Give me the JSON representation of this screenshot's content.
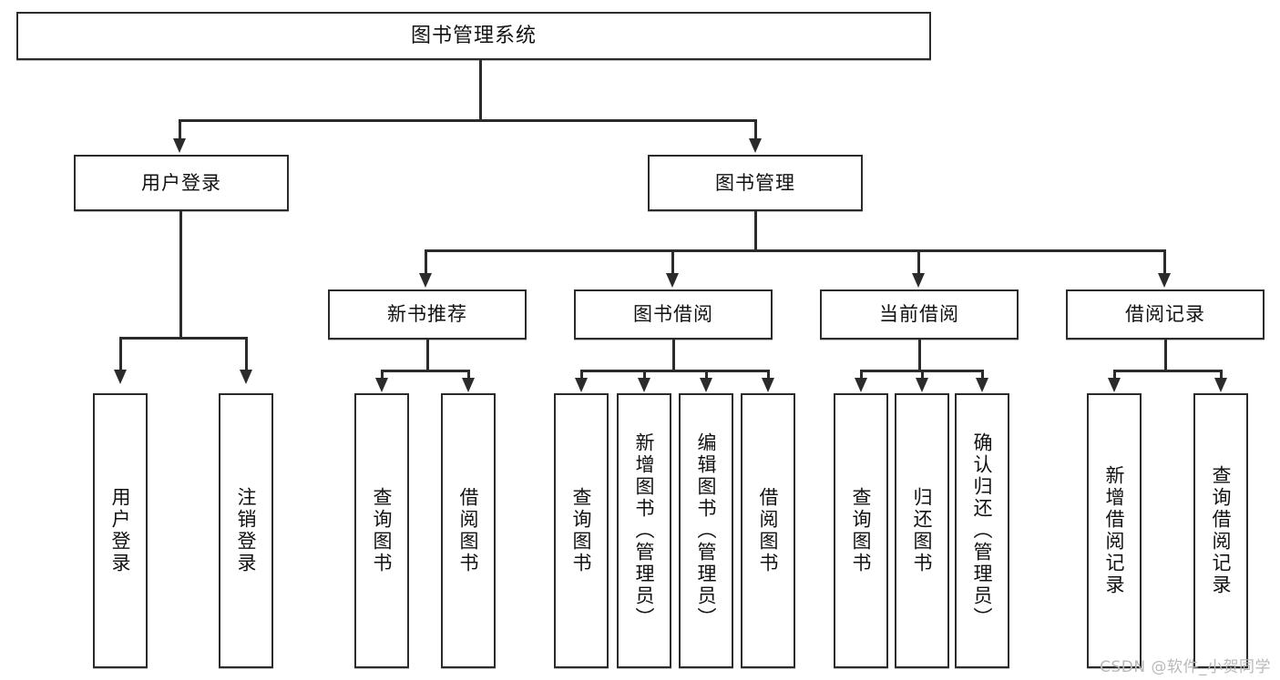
{
  "diagram": {
    "title": "图书管理系统",
    "type": "tree-hierarchy-diagram",
    "watermark": "CSDN @软件_小贺同学",
    "colors": {
      "box_border": "#2b2b2b",
      "box_fill": "#ffffff",
      "connector": "#2b2b2b",
      "text": "#111111",
      "watermark": "#b9b9b9",
      "background": "#ffffff"
    },
    "nodes": {
      "root": {
        "label": "图书管理系统"
      },
      "level2": [
        {
          "id": "user-login",
          "label": "用户登录"
        },
        {
          "id": "book-management",
          "label": "图书管理"
        }
      ],
      "level3": [
        {
          "id": "new-book-recommend",
          "label": "新书推荐"
        },
        {
          "id": "book-borrow",
          "label": "图书借阅"
        },
        {
          "id": "current-borrow",
          "label": "当前借阅"
        },
        {
          "id": "borrow-record",
          "label": "借阅记录"
        }
      ],
      "leaves": {
        "user_login": [
          {
            "id": "leaf-user-login",
            "label": "用户登录"
          },
          {
            "id": "leaf-user-logout",
            "label": "注销登录"
          }
        ],
        "new_book_recommend": [
          {
            "id": "leaf-query-book-1",
            "label": "查询图书"
          },
          {
            "id": "leaf-borrow-book-1",
            "label": "借阅图书"
          }
        ],
        "book_borrow": [
          {
            "id": "leaf-query-book-2",
            "label": "查询图书"
          },
          {
            "id": "leaf-add-book-admin",
            "label": "新增图书（管理员）"
          },
          {
            "id": "leaf-edit-book-admin",
            "label": "编辑图书（管理员）"
          },
          {
            "id": "leaf-borrow-book-2",
            "label": "借阅图书"
          }
        ],
        "current_borrow": [
          {
            "id": "leaf-query-book-3",
            "label": "查询图书"
          },
          {
            "id": "leaf-return-book",
            "label": "归还图书"
          },
          {
            "id": "leaf-confirm-return-admin",
            "label": "确认归还（管理员）"
          }
        ],
        "borrow_record": [
          {
            "id": "leaf-add-borrow-record",
            "label": "新增借阅记录"
          },
          {
            "id": "leaf-query-borrow-record",
            "label": "查询借阅记录"
          }
        ]
      }
    }
  }
}
